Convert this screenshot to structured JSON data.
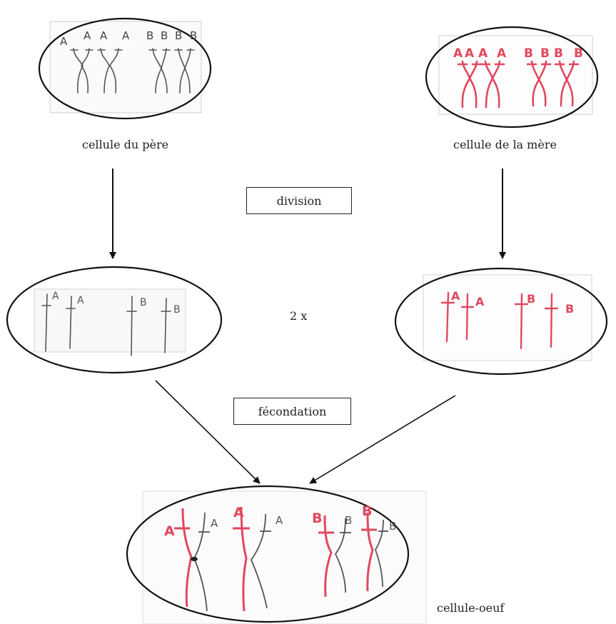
{
  "labels": {
    "father_cell": "cellule du père",
    "mother_cell": "cellule de la mère",
    "division": "division",
    "times_two": "2 x",
    "fecondation": "fécondation",
    "egg_cell": "cellule-oeuf"
  },
  "alleles": {
    "father_cell": [
      "A",
      "A",
      "A",
      "A",
      "B",
      "B",
      "B",
      "B"
    ],
    "mother_cell": [
      "A",
      "A",
      "A",
      "A",
      "B",
      "B",
      "B",
      "B"
    ],
    "father_gamete": [
      "A",
      "A",
      "B",
      "B"
    ],
    "mother_gamete": [
      "A",
      "A",
      "B",
      "B"
    ],
    "egg_cell": [
      "A",
      "A",
      "A",
      "A",
      "B",
      "B",
      "B",
      "B"
    ]
  },
  "colors": {
    "father": "#555555",
    "mother": "#e0485f",
    "outline": "#111111",
    "photo_frame": "#cccccc"
  }
}
